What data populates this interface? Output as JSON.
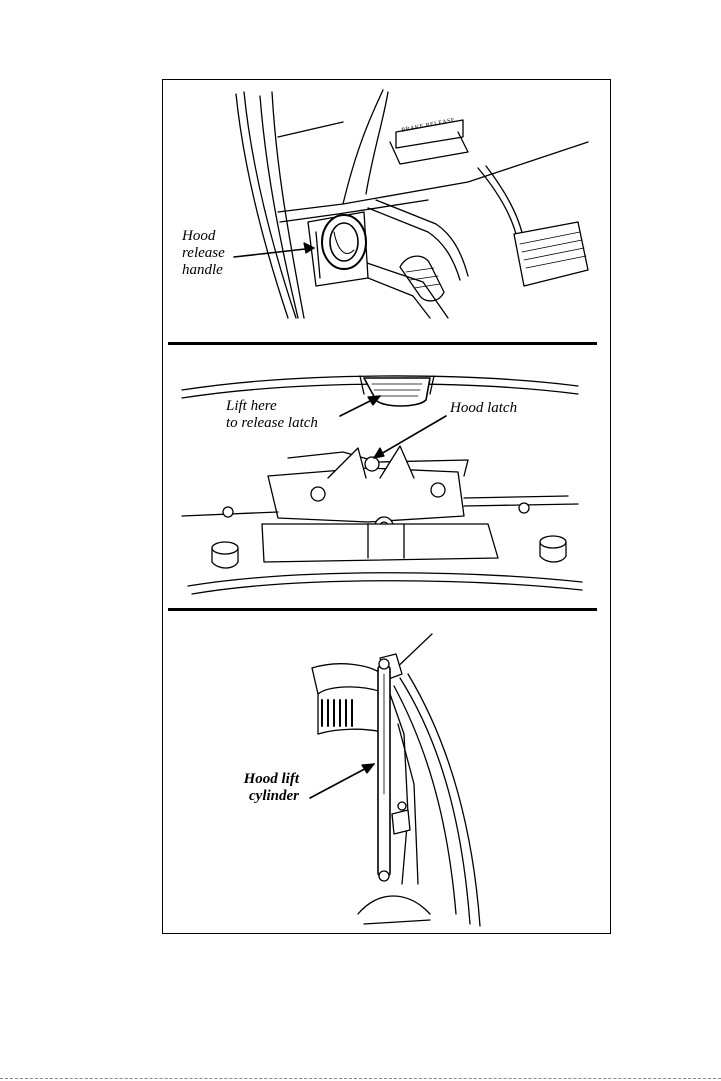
{
  "panels": {
    "handle": {
      "label_lines": [
        "Hood",
        "release",
        "handle"
      ],
      "sticker_text": "BRAKE RELEASE"
    },
    "latch": {
      "lift_lines": [
        "Lift here",
        "to release latch"
      ],
      "latch_label": "Hood latch"
    },
    "cylinder": {
      "label_lines": [
        "Hood lift",
        "cylinder"
      ]
    }
  },
  "colors": {
    "ink": "#000000",
    "paper": "#ffffff"
  }
}
